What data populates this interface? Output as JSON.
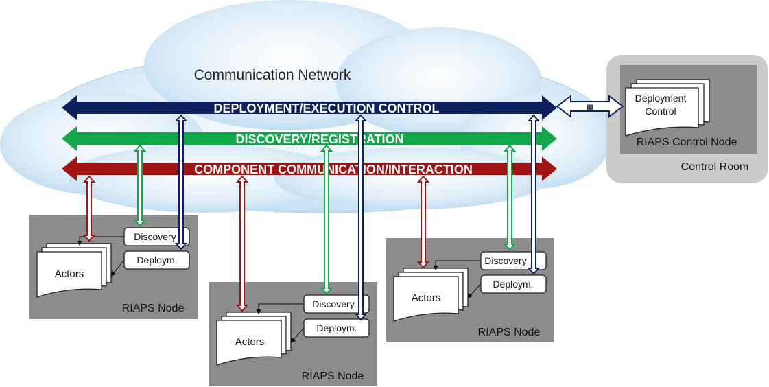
{
  "network": {
    "title": "Communication Network",
    "bus_deployment": "DEPLOYMENT/EXECUTION CONTROL",
    "bus_discovery": "DISCOVERY/REGISTRATION",
    "bus_component": "COMPONENT COMMUNICATION/INTERACTION"
  },
  "control": {
    "deployment_control_line1": "Deployment",
    "deployment_control_line2": "Control",
    "link_label": "III",
    "node_label": "RIAPS Control Node",
    "room_label": "Control Room"
  },
  "nodes": [
    {
      "actors": "Actors",
      "discovery": "Discovery",
      "deployment": "Deploym.",
      "label": "RIAPS Node"
    },
    {
      "actors": "Actors",
      "discovery": "Discovery",
      "deployment": "Deploym.",
      "label": "RIAPS Node"
    },
    {
      "actors": "Actors",
      "discovery": "Discovery",
      "deployment": "Deploym.",
      "label": "RIAPS Node"
    }
  ],
  "colors": {
    "deployment_bus": "#0d1f5c",
    "discovery_bus": "#12a84a",
    "component_bus": "#a01414",
    "cloud": "#cfe6f7",
    "node_box": "#8c8c8c",
    "control_room": "#c8c8c8"
  }
}
